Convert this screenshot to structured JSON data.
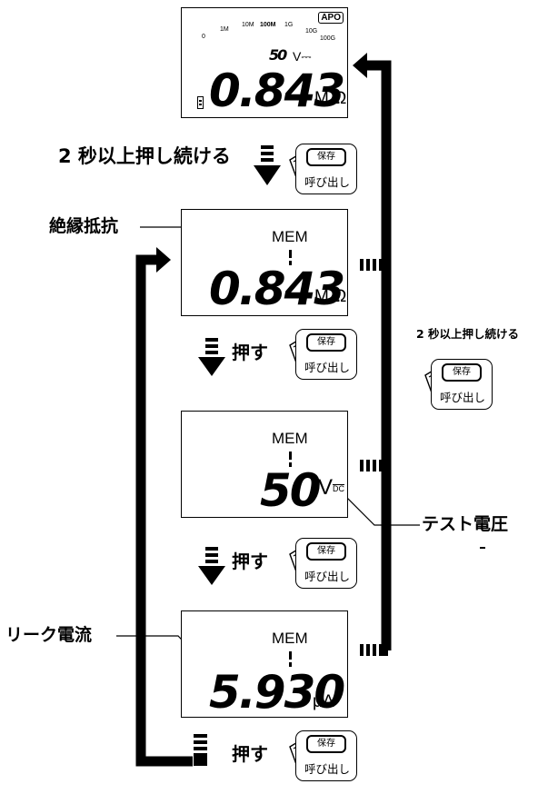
{
  "display_top": {
    "range_labels": [
      "0",
      "1M",
      "10M",
      "100M",
      "1G",
      "10G",
      "100G"
    ],
    "apo": "APO",
    "test_voltage": "50",
    "test_voltage_unit": "V⎓",
    "value": "0.843",
    "unit": "M Ω"
  },
  "step1": {
    "label": "2 秒以上押し続ける"
  },
  "display_resistance": {
    "mem": "MEM",
    "value": "0.843",
    "unit": "M Ω",
    "callout": "絶縁抵抗"
  },
  "step2": {
    "label": "押す"
  },
  "display_voltage": {
    "mem": "MEM",
    "value": "50",
    "unit": "V",
    "unit_sub": "DC",
    "callout": "テスト電圧"
  },
  "step3": {
    "label": "押す"
  },
  "display_leak": {
    "mem": "MEM",
    "value": "5.930",
    "unit": "μA",
    "callout": "リーク電流"
  },
  "step4": {
    "label": "押す"
  },
  "side": {
    "label": "2 秒以上押し続ける"
  },
  "button": {
    "top_label": "保存",
    "bottom_label": "呼び出し"
  }
}
